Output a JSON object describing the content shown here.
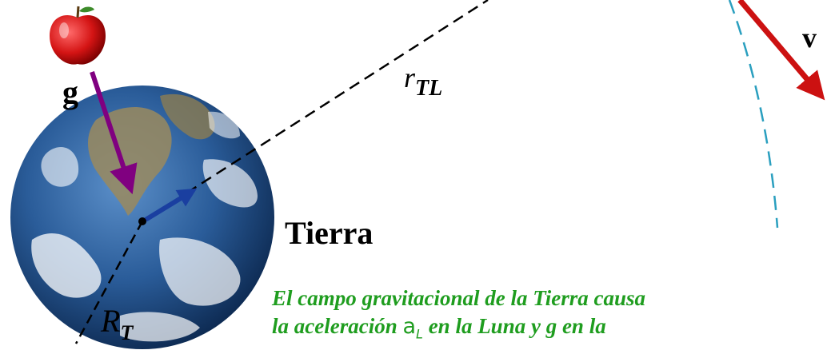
{
  "labels": {
    "g": "g",
    "v": "v",
    "tierra": "Tierra",
    "r_tl_main": "r",
    "r_tl_sub": "TL",
    "r_t_main": "R",
    "r_t_sub": "T"
  },
  "caption": {
    "line1": "El campo gravitacional de la Tierra causa",
    "line2_a": "la aceleración ",
    "line2_sym": "a",
    "line2_sym_sub": "L",
    "line2_b": " en la Luna y g en la"
  },
  "colors": {
    "apple_arrow": "#800080",
    "velocity_arrow": "#cc1111",
    "orbit": "#2a9fbf",
    "small_vector": "#1a3fa0",
    "caption": "#1f9d1f",
    "ocean": "#1e4f8c"
  }
}
